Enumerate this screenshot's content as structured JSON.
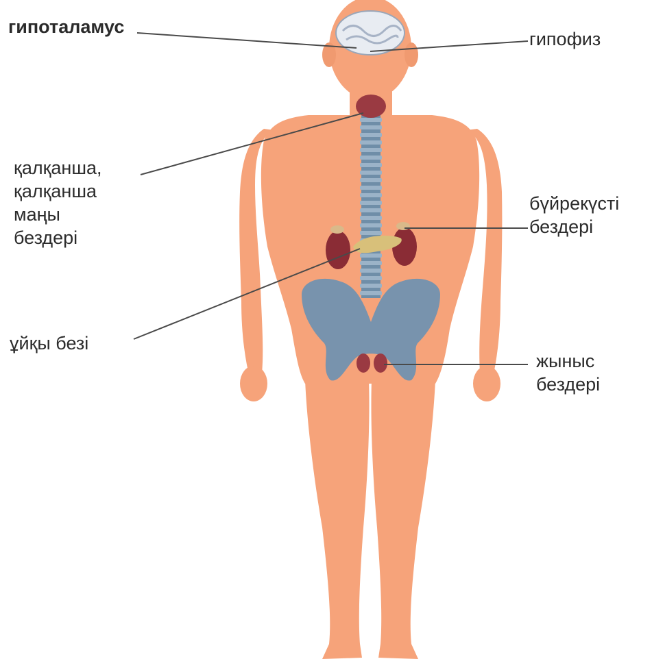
{
  "labels": {
    "hypothalamus": "гипоталамус",
    "pituitary": "гипофиз",
    "thyroid": [
      "қалқанша,",
      "қалқанша",
      "маңы",
      "бездері"
    ],
    "adrenal": [
      "бүйрекүсті",
      "бездері"
    ],
    "pancreas": "ұйқы безі",
    "gonads": [
      "жыныс",
      "бездері"
    ]
  },
  "colors": {
    "skin": "#f6a37a",
    "skin_outline": "#e48b62",
    "bone": "#7893ad",
    "spine": "#6f8ea8",
    "gland": "#9a3a42",
    "pancreas": "#d8c07a",
    "brain": "#e8ecf2",
    "leader_line": "#4a4a4a",
    "text": "#2b2b2b"
  }
}
